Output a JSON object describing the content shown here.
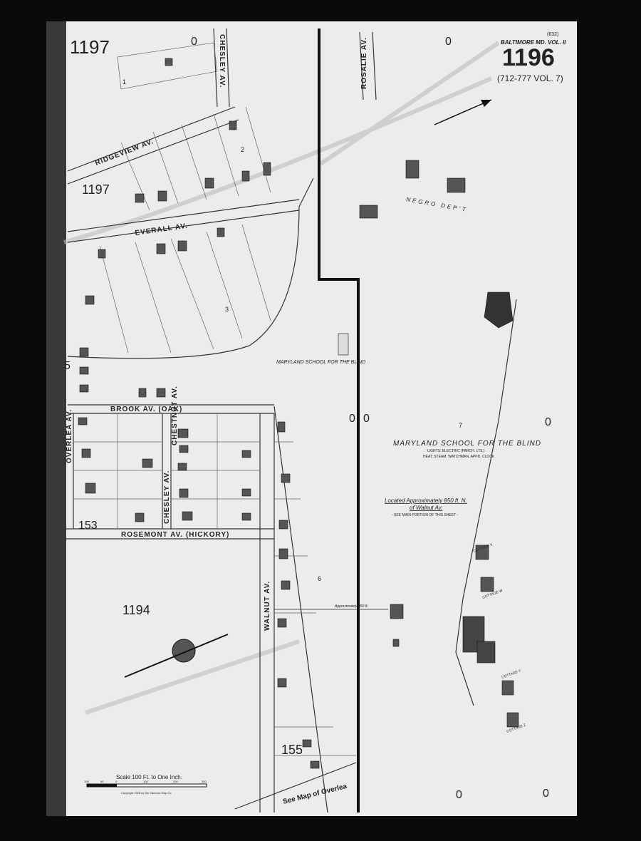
{
  "header": {
    "atlas": "BALTIMORE MD. VOL. II",
    "page_ref": "(632)",
    "sheet_number": "1196",
    "volume_ref": "(712-777 VOL. 7)"
  },
  "adjacent_sheets": [
    "1197",
    "1197",
    "1194",
    "155",
    "153",
    "5"
  ],
  "streets": {
    "chesley_north": "CHESLEY AV.",
    "ridgeview": "RIDGEVIEW AV.",
    "everall": "EVERALL AV.",
    "rosalie": "ROSALIE AV.",
    "brook": "BROOK AV. (OAK)",
    "overlea": "OVERLEA AV.",
    "chesley_south": "CHESLEY AV.",
    "chestnut": "CHESTNUT AV.",
    "rosemont": "ROSEMONT AV. (HICKORY)",
    "walnut": "WALNUT AV."
  },
  "blocks": [
    "1",
    "2",
    "3",
    "6",
    "7"
  ],
  "zero_markers": [
    "0",
    "0",
    "0",
    "0",
    "0",
    "0",
    "0"
  ],
  "institution": {
    "small_label": "MARYLAND SCHOOL FOR THE BLIND",
    "title": "MARYLAND SCHOOL FOR THE BLIND",
    "lights": "LIGHTS: ELECTRIC (PARCH. LTS.)",
    "heat": "HEAT: STEAM. WATCHMAN, APPD. CLOCK",
    "dept": "NEGRO DEP'T",
    "location_line1": "Located Approximately 850 ft. N.",
    "location_line2": "of Walnut Av.",
    "see_note": "- SEE MAIN PORTION OF THIS SHEET -",
    "approx": "Approximately 850 ft."
  },
  "buildings": [
    "COTTAGE X",
    "COTTAGE W",
    "COTTAGE Y",
    "COTTAGE Z"
  ],
  "scale": {
    "title": "Scale 100 Ft. to One Inch.",
    "ticks": [
      "100",
      "50",
      "0",
      "100",
      "200",
      "300"
    ],
    "copyright": "Copyright 1928 by the Sanborn Map Co."
  },
  "see_map": "See Map of Overlea"
}
